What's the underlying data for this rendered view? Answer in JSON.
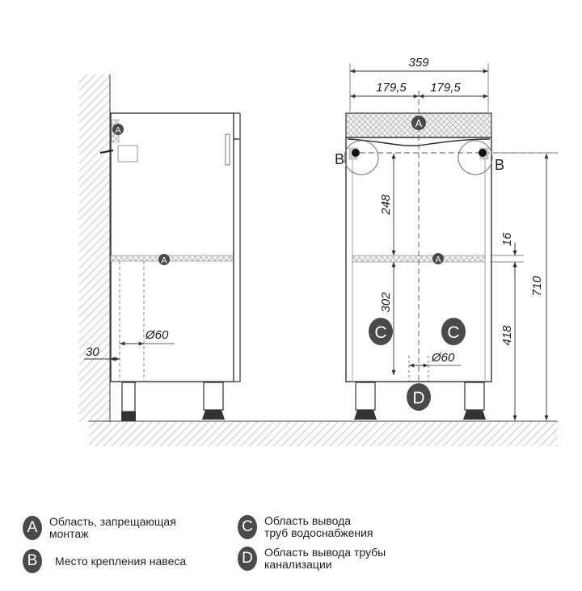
{
  "dimensions": {
    "width_total": "359",
    "half_left": "179,5",
    "half_right": "179,5",
    "height_total": "710",
    "upper_gap": "248",
    "shelf_thickness": "16",
    "lower_height": "418",
    "lower_gap": "302",
    "pipe_diameter_side": "Ø60",
    "pipe_diameter_front": "Ø60",
    "wall_offset": "30"
  },
  "markers": {
    "a": "A",
    "b": "B",
    "c": "C",
    "d": "D"
  },
  "legend": [
    {
      "badge": "A",
      "line1": "Область, запрещающая",
      "line2": "монтаж"
    },
    {
      "badge": "B",
      "line1": "Место крепления навеса",
      "line2": ""
    },
    {
      "badge": "C",
      "line1": "Область вывода",
      "line2": "труб водоснабжения"
    },
    {
      "badge": "D",
      "line1": "Область вывода трубы",
      "line2": "канализации"
    }
  ]
}
